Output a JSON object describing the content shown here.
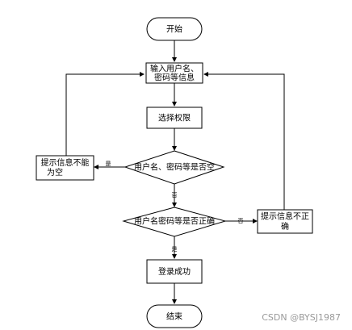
{
  "nodes": {
    "start": "开始",
    "input_line1": "输入用户名、",
    "input_line2": "密码等信息",
    "select_permission": "选择权限",
    "decision_empty": "用户名、密码等是否空",
    "decision_correct": "用户名密码等是否正确",
    "error_empty_line1": "提示信息不能",
    "error_empty_line2": "为空",
    "error_incorrect_line1": "提示信息不正",
    "error_incorrect_line2": "确",
    "login_success": "登录成功",
    "end": "结束"
  },
  "edge_labels": {
    "empty_yes": "是",
    "empty_no": "否",
    "correct_no": "否",
    "correct_yes": "是"
  },
  "watermark": "CSDN @BYSJ1987"
}
